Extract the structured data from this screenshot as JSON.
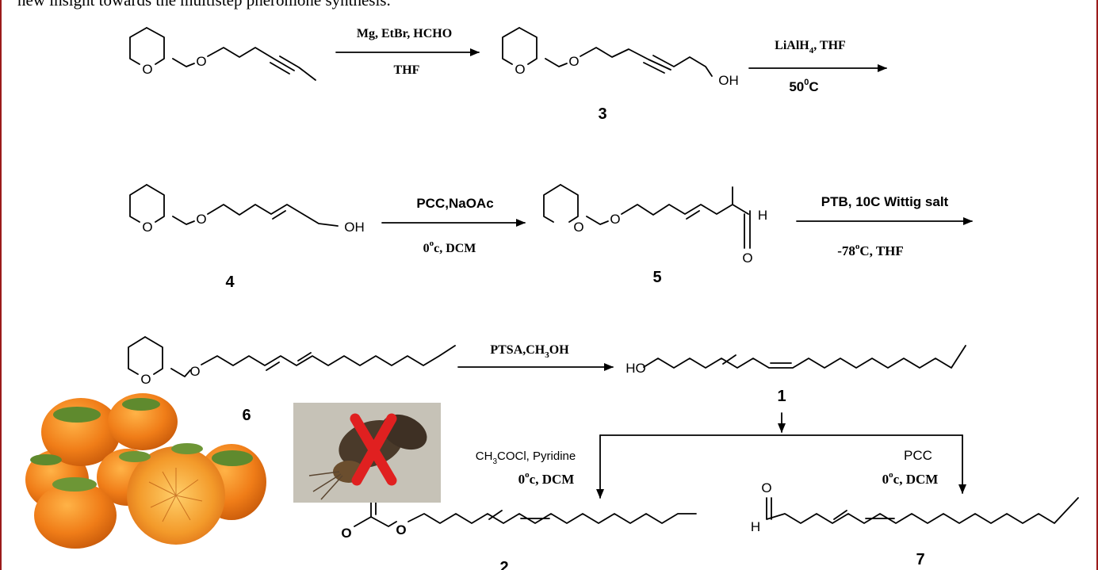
{
  "intro_text": "new insight towards the multistep pheromone synthesis.",
  "compounds": {
    "c3": "3",
    "c4": "4",
    "c5": "5",
    "c1": "1",
    "c2": "2",
    "c6": "6",
    "c7": "7"
  },
  "atoms": {
    "O": "O",
    "OH": "OH",
    "H": "H",
    "HO": "HO"
  },
  "reactions": {
    "r1_top": "Mg, EtBr, HCHO",
    "r1_bottom": "THF",
    "r2_top": "LiAlH",
    "r2_top_sub": "4",
    "r2_top_end": ", THF",
    "r2_bottom": "50",
    "r2_bottom_sup": "0",
    "r2_bottom_end": "C",
    "r3_top": "PCC,NaOAc",
    "r3_bottom": "0",
    "r3_bottom_sup": "o",
    "r3_bottom_end": "c, DCM",
    "r4_top": "PTB, 10C Wittig salt",
    "r4_bottom": "-78",
    "r4_bottom_sup": "o",
    "r4_bottom_end": "C, THF",
    "r5_top": "PTSA,CH",
    "r5_top_sub": "3",
    "r5_top_end": "OH",
    "r6_left_top": "CH",
    "r6_left_top_sub": "3",
    "r6_left_top_end": "COCl, Pyridine",
    "r6_left_bottom": "0",
    "r6_left_bottom_sup": "o",
    "r6_left_bottom_end": "c, DCM",
    "r6_right_top": "PCC",
    "r6_right_bottom": "0",
    "r6_right_bottom_sup": "o",
    "r6_right_bottom_end": "c, DCM"
  },
  "colors": {
    "border": "#9b1b1b",
    "persimmon": "#e8761a",
    "leaf": "#5f8a2e",
    "cross": "#e02020"
  }
}
